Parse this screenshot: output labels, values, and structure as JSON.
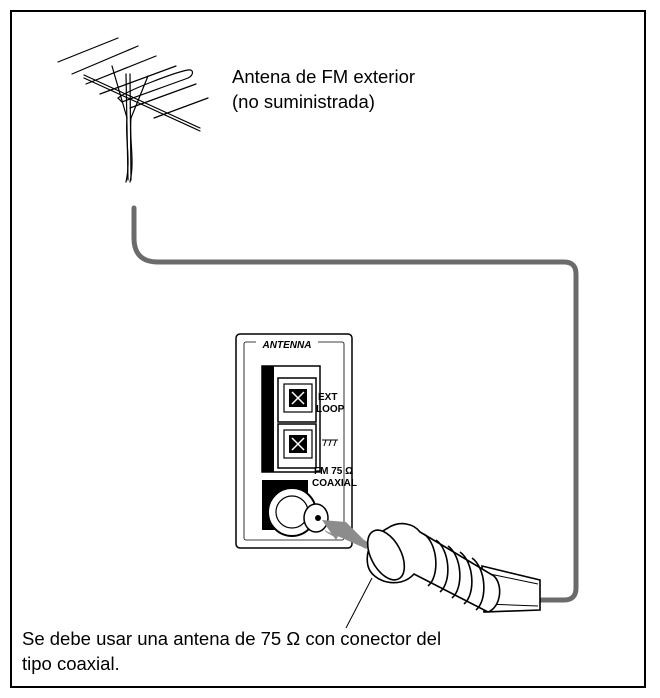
{
  "figure": {
    "antenna_label": {
      "line1": "Antena de FM exterior",
      "line2": "(no suministrada)"
    },
    "panel": {
      "heading": "ANTENNA",
      "ext_label_1": "EXT",
      "ext_label_2": "LOOP",
      "fm_label_1": "FM 75 Ω",
      "fm_label_2": "COAXIAL"
    },
    "note": {
      "line1": "Se debe usar una antena de 75 Ω con conector del",
      "line2": "tipo coaxial."
    },
    "colors": {
      "cable": "#6b6b6b",
      "arrow": "#8c8c8c",
      "line": "#000000"
    }
  }
}
